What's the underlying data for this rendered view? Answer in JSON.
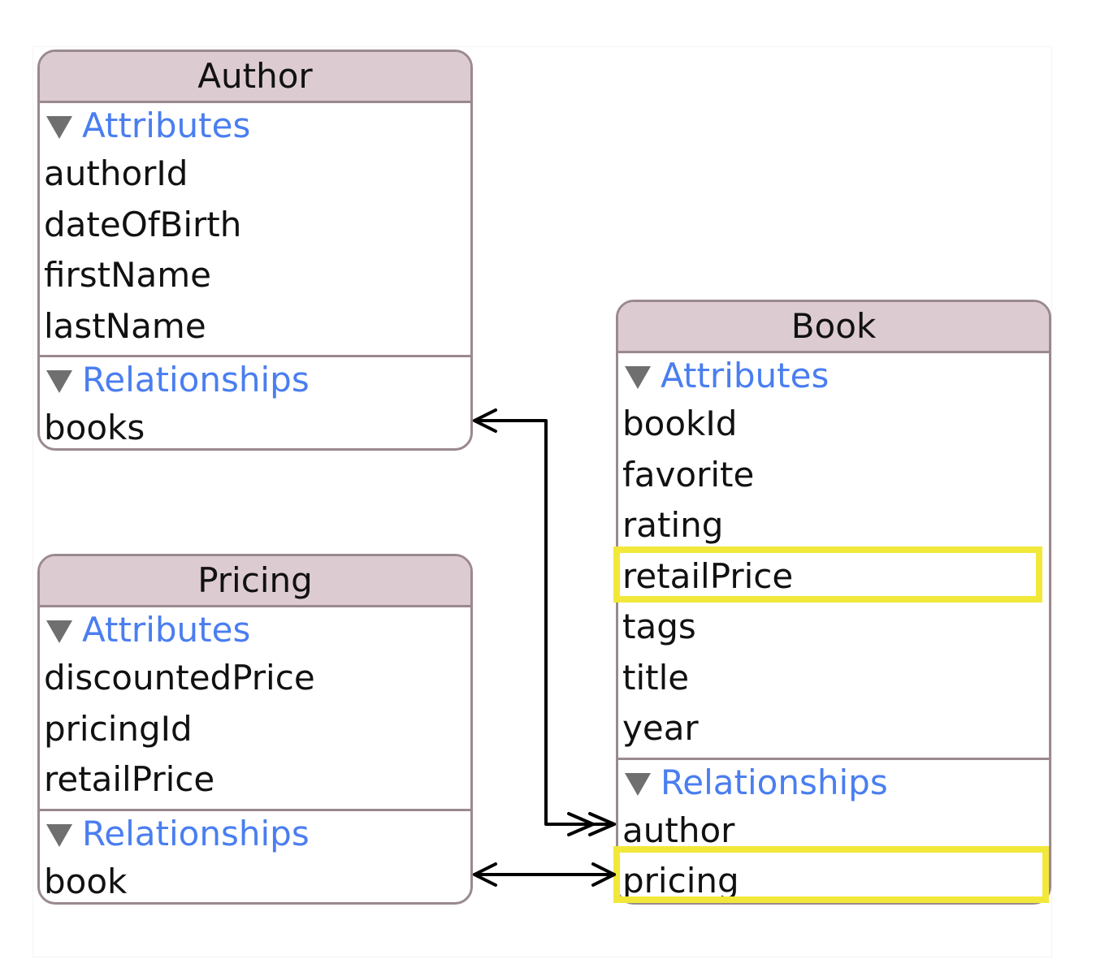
{
  "entities": {
    "author": {
      "name": "Author",
      "attributes_label": "Attributes",
      "attributes": [
        "authorId",
        "dateOfBirth",
        "firstName",
        "lastName"
      ],
      "relationships_label": "Relationships",
      "relationships": [
        "books"
      ]
    },
    "pricing": {
      "name": "Pricing",
      "attributes_label": "Attributes",
      "attributes": [
        "discountedPrice",
        "pricingId",
        "retailPrice"
      ],
      "relationships_label": "Relationships",
      "relationships": [
        "book"
      ]
    },
    "book": {
      "name": "Book",
      "attributes_label": "Attributes",
      "attributes": [
        "bookId",
        "favorite",
        "rating",
        "retailPrice",
        "tags",
        "title",
        "year"
      ],
      "relationships_label": "Relationships",
      "relationships": [
        "author",
        "pricing"
      ]
    }
  },
  "highlighted_items": [
    "Book.retailPrice",
    "Book.pricing"
  ],
  "links": [
    {
      "from": "Author.books",
      "to": "Book.author",
      "from_end": "single-arrow",
      "to_end": "double-arrow"
    },
    {
      "from": "Pricing.book",
      "to": "Book.pricing",
      "from_end": "single-arrow",
      "to_end": "single-arrow"
    }
  ],
  "colors": {
    "header_bg": "#dccbd0",
    "border": "#9a898e",
    "section_label": "#4a7ef0",
    "highlight": "#f2e83a",
    "disclosure_triangle": "#6f6f6f"
  },
  "icons": [
    "disclosure-triangle-icon"
  ]
}
